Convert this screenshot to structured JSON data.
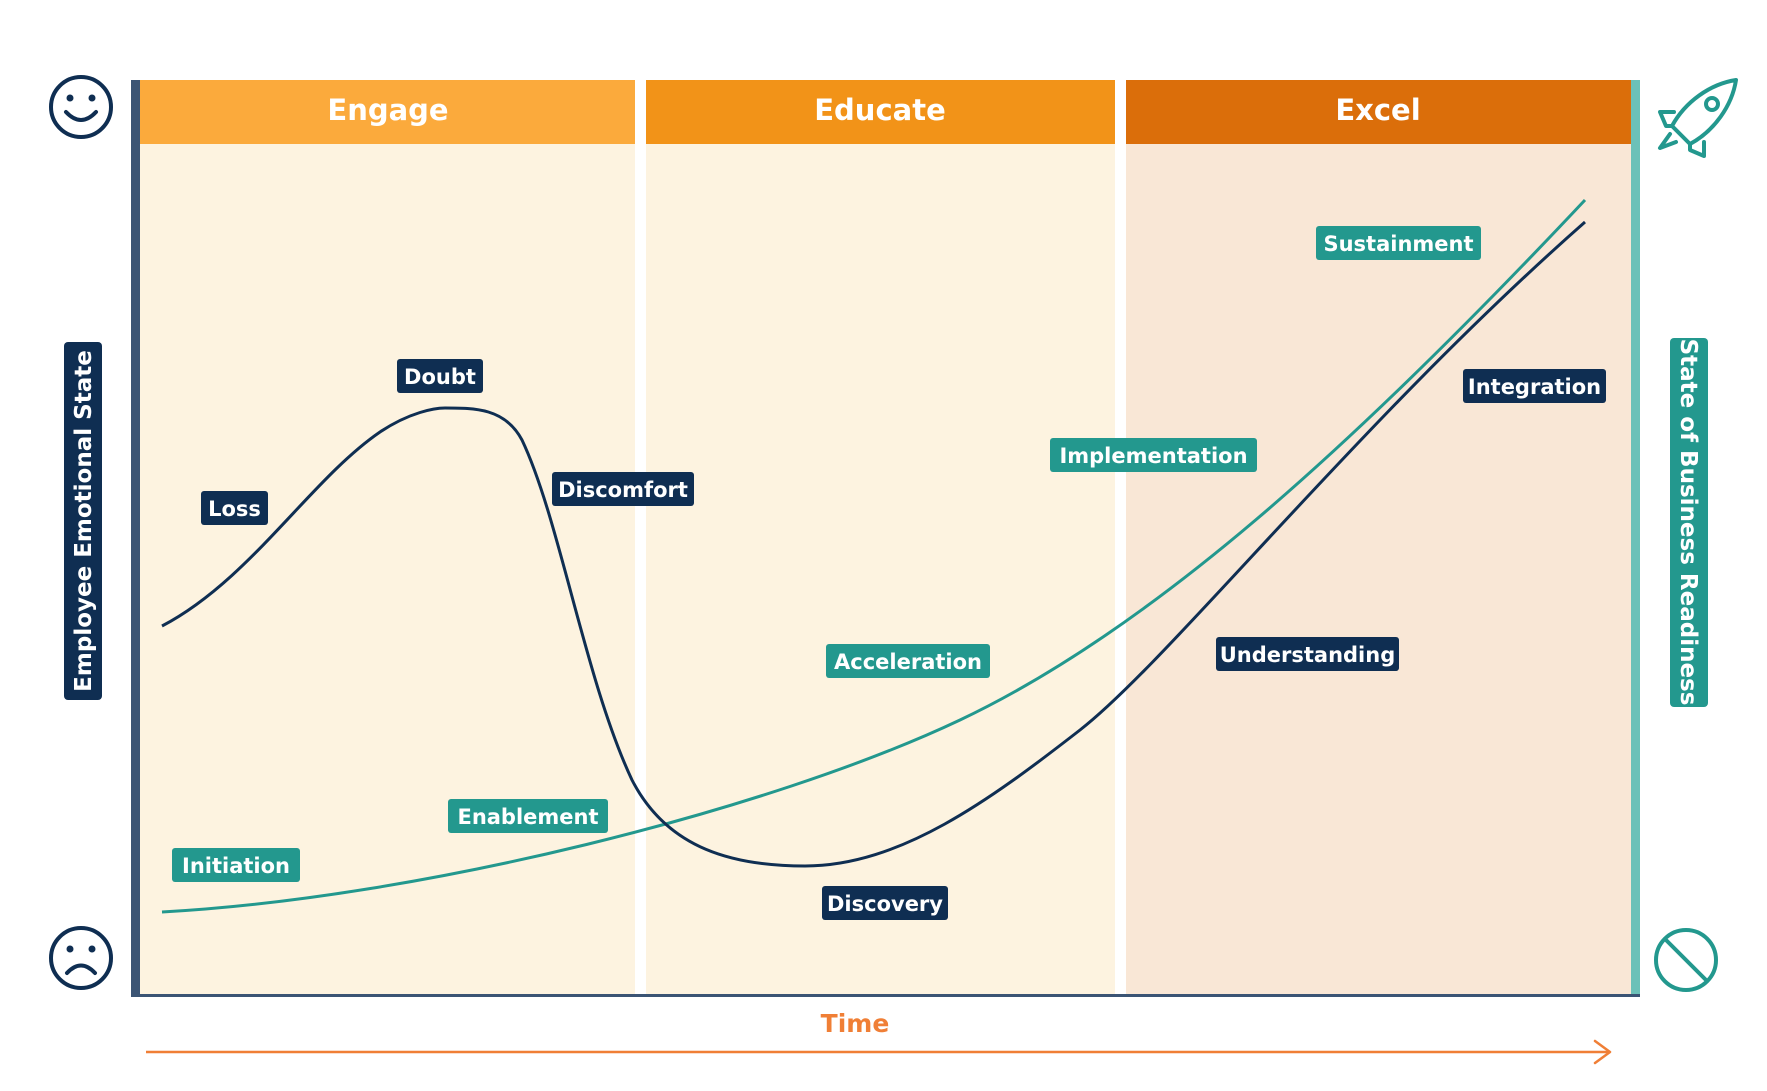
{
  "phases": [
    {
      "name": "Engage",
      "color": "#FBAA3C"
    },
    {
      "name": "Educate",
      "color": "#F29318"
    },
    {
      "name": "Excel",
      "color": "#DB6E0A"
    }
  ],
  "axes": {
    "left_title": "Employee Emotional State",
    "right_title": "State of Business Readiness",
    "x_title": "Time",
    "top_left_icon": "happy-face-icon",
    "bottom_left_icon": "sad-face-icon",
    "top_right_icon": "rocket-icon",
    "bottom_right_icon": "prohibited-icon"
  },
  "emotional_curve": {
    "color": "#0F2E52",
    "labels": [
      "Loss",
      "Doubt",
      "Discomfort",
      "Discovery",
      "Understanding",
      "Integration"
    ]
  },
  "readiness_curve": {
    "color": "#23988E",
    "labels": [
      "Initiation",
      "Enablement",
      "Acceleration",
      "Implementation",
      "Sustainment"
    ]
  },
  "colors": {
    "time_arrow": "#F07F36",
    "left_axis": "#3B5474",
    "right_axis": "#6CC1B8",
    "phase_bg_light": "#FDF3E0",
    "phase_bg_dark": "#F9E7D6",
    "icon_navy": "#0F2E52",
    "icon_teal": "#23988E"
  }
}
